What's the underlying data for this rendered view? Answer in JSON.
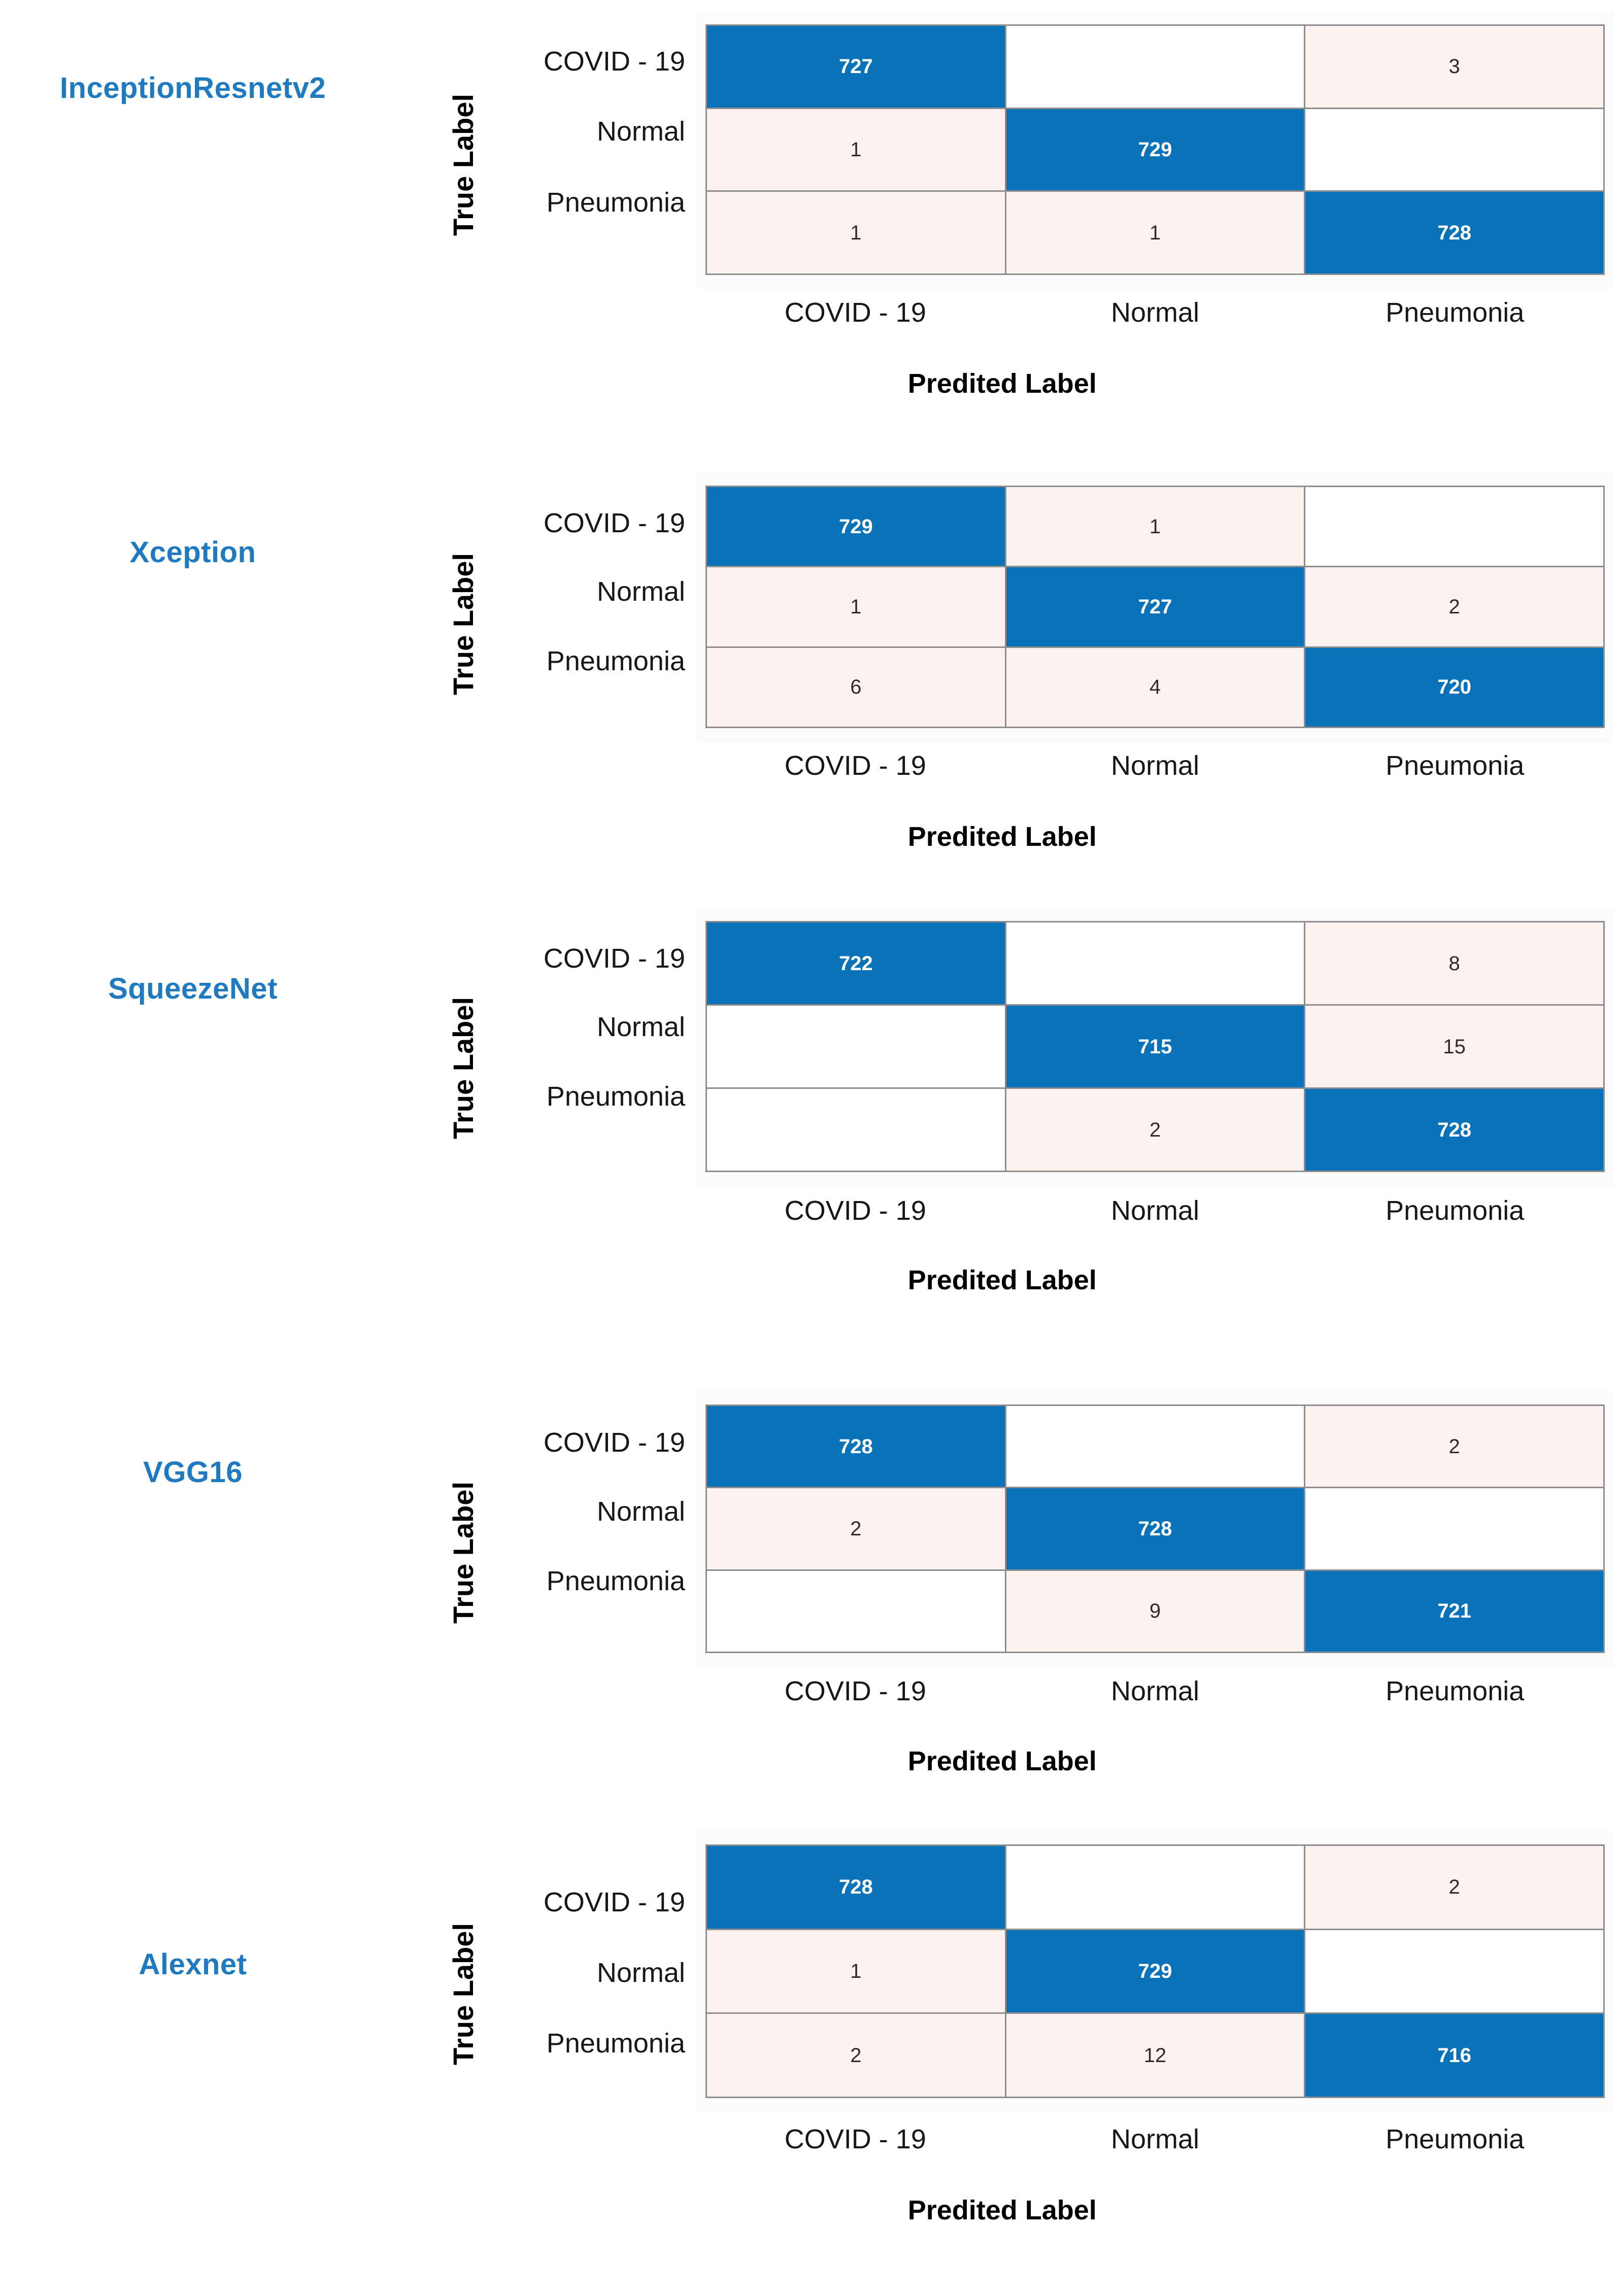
{
  "figure": {
    "axis_y_title": "True Label",
    "axis_x_title": "Predited Label",
    "classes": [
      "COVID - 19",
      "Normal",
      "Pneumonia"
    ],
    "colors": {
      "diagonal_fill": "#0a72b8",
      "offdiagonal_fill": "#fdf2ef",
      "zero_fill": "#ffffff",
      "model_name": "#1f7ac0",
      "grid_line": "#8d8d8d"
    }
  },
  "chart_data": [
    {
      "type": "heatmap",
      "title": "InceptionResnetv2",
      "xlabel": "Predited Label",
      "ylabel": "True Label",
      "categories": [
        "COVID - 19",
        "Normal",
        "Pneumonia"
      ],
      "rows": [
        {
          "label": "COVID - 19",
          "values": [
            727,
            0,
            3
          ]
        },
        {
          "label": "Normal",
          "values": [
            1,
            729,
            0
          ]
        },
        {
          "label": "Pneumonia",
          "values": [
            1,
            1,
            728
          ]
        }
      ],
      "cell_text": [
        [
          "727",
          "",
          "3"
        ],
        [
          "1",
          "729",
          ""
        ],
        [
          "1",
          "1",
          "728"
        ]
      ]
    },
    {
      "type": "heatmap",
      "title": "Xception",
      "xlabel": "Predited Label",
      "ylabel": "True Label",
      "categories": [
        "COVID - 19",
        "Normal",
        "Pneumonia"
      ],
      "rows": [
        {
          "label": "COVID - 19",
          "values": [
            729,
            1,
            0
          ]
        },
        {
          "label": "Normal",
          "values": [
            1,
            727,
            2
          ]
        },
        {
          "label": "Pneumonia",
          "values": [
            6,
            4,
            720
          ]
        }
      ],
      "cell_text": [
        [
          "729",
          "1",
          ""
        ],
        [
          "1",
          "727",
          "2"
        ],
        [
          "6",
          "4",
          "720"
        ]
      ]
    },
    {
      "type": "heatmap",
      "title": "SqueezeNet",
      "xlabel": "Predited Label",
      "ylabel": "True Label",
      "categories": [
        "COVID - 19",
        "Normal",
        "Pneumonia"
      ],
      "rows": [
        {
          "label": "COVID - 19",
          "values": [
            722,
            0,
            8
          ]
        },
        {
          "label": "Normal",
          "values": [
            0,
            715,
            15
          ]
        },
        {
          "label": "Pneumonia",
          "values": [
            0,
            2,
            728
          ]
        }
      ],
      "cell_text": [
        [
          "722",
          "",
          "8"
        ],
        [
          "",
          "715",
          "15"
        ],
        [
          "",
          "2",
          "728"
        ]
      ]
    },
    {
      "type": "heatmap",
      "title": "VGG16",
      "xlabel": "Predited Label",
      "ylabel": "True Label",
      "categories": [
        "COVID - 19",
        "Normal",
        "Pneumonia"
      ],
      "rows": [
        {
          "label": "COVID - 19",
          "values": [
            728,
            0,
            2
          ]
        },
        {
          "label": "Normal",
          "values": [
            2,
            728,
            0
          ]
        },
        {
          "label": "Pneumonia",
          "values": [
            0,
            9,
            721
          ]
        }
      ],
      "cell_text": [
        [
          "728",
          "",
          "2"
        ],
        [
          "2",
          "728",
          ""
        ],
        [
          "",
          "9",
          "721"
        ]
      ]
    },
    {
      "type": "heatmap",
      "title": "Alexnet",
      "xlabel": "Predited Label",
      "ylabel": "True Label",
      "categories": [
        "COVID - 19",
        "Normal",
        "Pneumonia"
      ],
      "rows": [
        {
          "label": "COVID - 19",
          "values": [
            728,
            0,
            2
          ]
        },
        {
          "label": "Normal",
          "values": [
            1,
            729,
            0
          ]
        },
        {
          "label": "Pneumonia",
          "values": [
            2,
            12,
            716
          ]
        }
      ],
      "cell_text": [
        [
          "728",
          "",
          "2"
        ],
        [
          "1",
          "729",
          ""
        ],
        [
          "2",
          "12",
          "716"
        ]
      ]
    }
  ]
}
